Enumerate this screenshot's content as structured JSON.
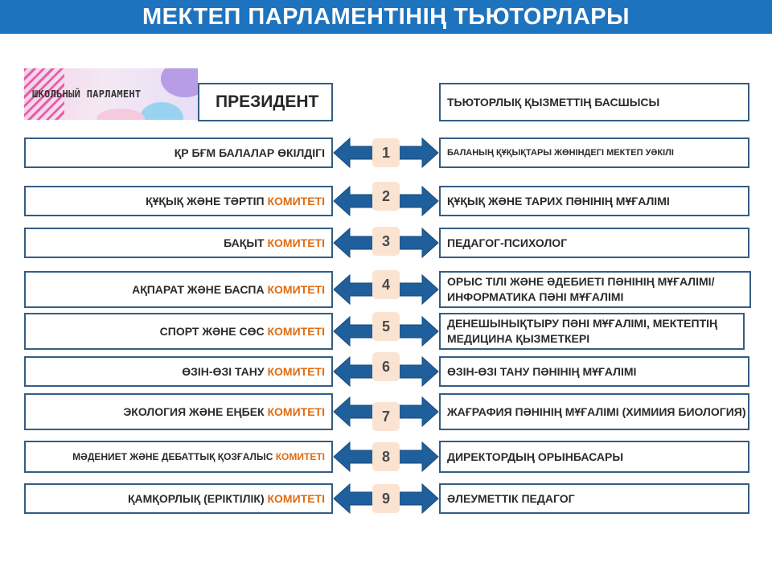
{
  "title": "МЕКТЕП ПАРЛАМЕНТІНІҢ ТЬЮТОРЛАРЫ",
  "logo_text": "ШКОЛЬНЫЙ ПАРЛАМЕНТ",
  "president": "ПРЕЗИДЕНТ",
  "head_right": "ТЬЮТОРЛЫҚ ҚЫЗМЕТТІҢ БАСШЫСЫ",
  "colors": {
    "header": "#1e73be",
    "accent": "#e06c12",
    "border": "#345d84",
    "arrow": "#1f5f9c",
    "number_bg": "#fbe3d2"
  },
  "rows": [
    {
      "num": "1",
      "left": "ҚР БҒМ БАЛАЛАР ӨКІЛДІГІ",
      "left_accent": "",
      "right": "БАЛАНЫҢ ҚҰҚЫҚТАРЫ ЖӨНІНДЕГІ МЕКТЕП УӘКІЛІ"
    },
    {
      "num": "2",
      "left": "ҚҰҚЫҚ ЖӘНЕ ТӘРТІП ",
      "left_accent": "КОМИТЕТІ",
      "right": "ҚҰҚЫҚ ЖӘНЕ ТАРИХ ПӘНІНІҢ МҰҒАЛІМІ"
    },
    {
      "num": "3",
      "left": "БАҚЫТ ",
      "left_accent": "КОМИТЕТІ",
      "right": "ПЕДАГОГ-ПСИХОЛОГ"
    },
    {
      "num": "4",
      "left": "АҚПАРАТ ЖӘНЕ БАСПА ",
      "left_accent": "КОМИТЕТІ",
      "right": "ОРЫС ТІЛІ ЖӘНЕ ӘДЕБИЕТІ ПӘНІНІҢ МҰҒАЛІМІ/  ИНФОРМАТИКА ПӘНІ МҰҒАЛІМІ"
    },
    {
      "num": "5",
      "left": "СПОРТ ЖӘНЕ СӨС ",
      "left_accent": "КОМИТЕТІ",
      "right": "ДЕНЕШЫНЫҚТЫРУ ПӘНІ МҰҒАЛІМІ, МЕКТЕПТІҢ МЕДИЦИНА ҚЫЗМЕТКЕРІ"
    },
    {
      "num": "6",
      "left": "ӨЗІН-ӨЗІ ТАНУ ",
      "left_accent": "КОМИТЕТІ",
      "right": "ӨЗІН-ӨЗІ ТАНУ ПӘНІНІҢ МҰҒАЛІМІ"
    },
    {
      "num": "7",
      "left": "ЭКОЛОГИЯ ЖӘНЕ ЕҢБЕК ",
      "left_accent": "КОМИТЕТІ",
      "right": "ЖАҒРАФИЯ ПӘНІНІҢ МҰҒАЛІМІ (ХИМИИЯ БИОЛОГИЯ)"
    },
    {
      "num": "8",
      "left": "МӘДЕНИЕТ ЖӘНЕ ДЕБАТТЫҚ ҚОЗҒАЛЫС ",
      "left_accent": "КОМИТЕТІ",
      "right": "ДИРЕКТОРДЫҢ ОРЫНБАСАРЫ"
    },
    {
      "num": "9",
      "left": "ҚАМҚОРЛЫҚ (ЕРІКТІЛІК) ",
      "left_accent": "КОМИТЕТІ",
      "right": "ӘЛЕУМЕТТІК ПЕДАГОГ"
    }
  ]
}
